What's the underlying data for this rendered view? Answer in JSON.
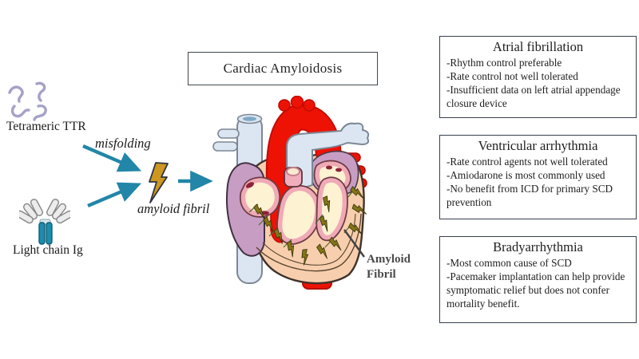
{
  "title_box": {
    "label": "Cardiac Amyloidosis"
  },
  "pathway": {
    "ttr_label": "Tetrameric TTR",
    "misfolding_label": "misfolding",
    "fibril_label": "amyloid fibril",
    "light_chain_label": "Light chain Ig"
  },
  "heart": {
    "annotation": "Amyloid Fibril"
  },
  "info_boxes": [
    {
      "title": "Atrial fibrillation",
      "lines": [
        "-Rhythm control preferable",
        "-Rate control not well tolerated",
        "-Insufficient data on left atrial appendage closure device"
      ]
    },
    {
      "title": "Ventricular arrhythmia",
      "lines": [
        "-Rate control agents not well tolerated",
        "-Amiodarone is most commonly used",
        "-No benefit from ICD for primary SCD prevention"
      ]
    },
    {
      "title": "Bradyarrhythmia",
      "lines": [
        "-Most common cause of SCD",
        "-Pacemaker implantation can help provide symptomatic relief but does not confer mortality benefit."
      ]
    }
  ],
  "colors": {
    "arrow_teal": "#2186a8",
    "bolt_gold": "#cd9722",
    "bolt_olive": "#867516",
    "aorta_red": "#ee1205",
    "vessel_blue": "#dce6f2",
    "heart_peach": "#f8cfae",
    "atrium_mauve": "#c79dc4",
    "chamber_cream": "#fdf2d2",
    "chamber_pink": "#efaab6",
    "ttr_lavender": "#a5a1c8",
    "antibody_teal": "#1d8cad",
    "box_border": "#37404d"
  }
}
